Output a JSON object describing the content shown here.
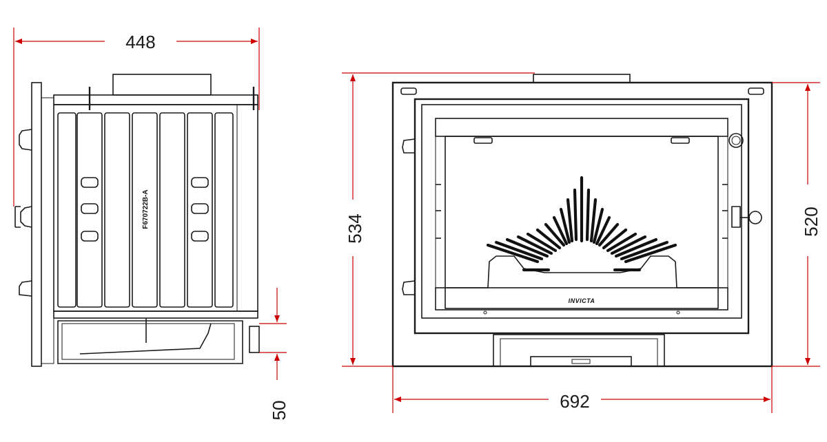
{
  "dimensions": {
    "side_width": "448",
    "front_height": "534",
    "front_inner_height": "520",
    "front_width": "692",
    "ash_clearance": "50"
  },
  "labels": {
    "part_code": "F670722B-A",
    "brand": "INVICTA"
  },
  "colors": {
    "dimension_line": "#cc0000",
    "outline": "#1a1a1a"
  }
}
